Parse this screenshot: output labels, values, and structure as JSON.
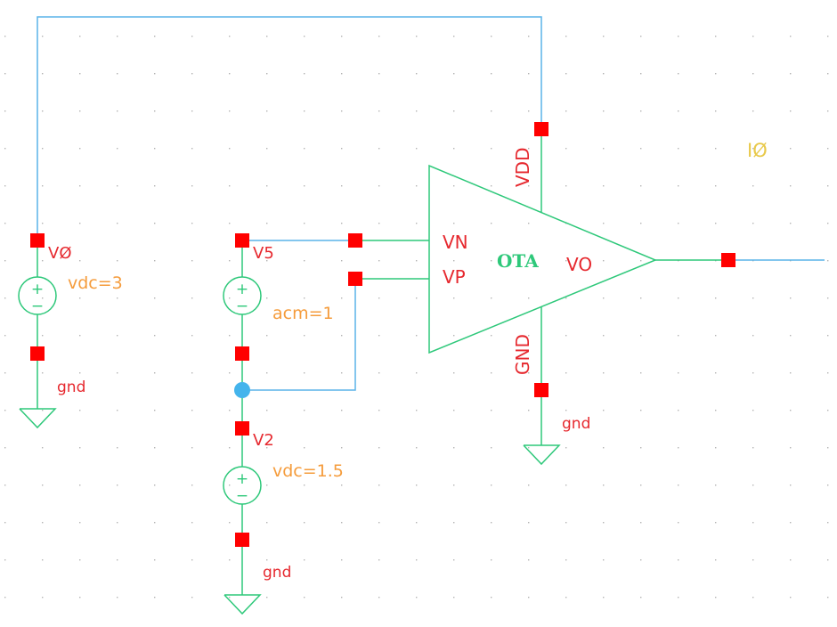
{
  "colors": {
    "background": "#ffffff",
    "grid_dot": "#b4b4b4",
    "wire": "#5ab4e8",
    "component": "#2ec87a",
    "pin": "#ff0000",
    "pin_label": "#e6282e",
    "param_label": "#f59c3c",
    "instance_label": "#e8c94a",
    "junction": "#44b4ec"
  },
  "sources": [
    {
      "name": "V0",
      "label": "VØ",
      "param": "vdc=3",
      "ground_label": "gnd"
    },
    {
      "name": "V5",
      "label": "V5",
      "param": "acm=1"
    },
    {
      "name": "V2",
      "label": "V2",
      "param": "vdc=1.5",
      "ground_label": "gnd"
    }
  ],
  "ota": {
    "label": "OTA",
    "pins": {
      "vn": "VN",
      "vp": "VP",
      "vo": "VO",
      "vdd": "VDD",
      "gnd": "GND"
    },
    "ground_label": "gnd"
  },
  "instance_label": "IØ",
  "source_symbols": {
    "plus": "+",
    "minus": "−"
  }
}
